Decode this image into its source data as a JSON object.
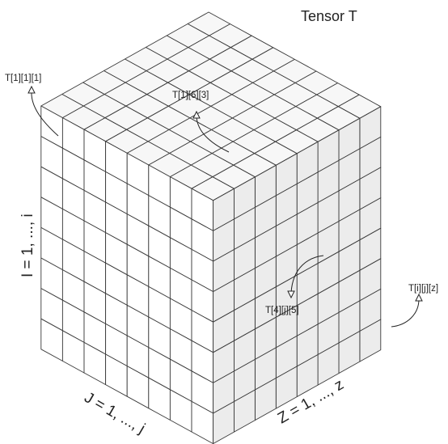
{
  "title": "Tensor T",
  "tensor": {
    "rows": 8,
    "cols": 8,
    "depth": 8
  },
  "labels": {
    "first_element": "T[1][1][1]",
    "top_element": "T[1][6][3]",
    "middle_element": "T[4][j][5]",
    "last_element": "T[i][j][z]"
  },
  "axes": {
    "i": "I = 1, ..., i",
    "j": "J = 1, ..., j",
    "z": "Z = 1, ..., z"
  },
  "colors": {
    "top_face": "#f7f7f7",
    "left_face": "#ffffff",
    "right_face": "#ececec",
    "line": "#3a3a3a"
  }
}
